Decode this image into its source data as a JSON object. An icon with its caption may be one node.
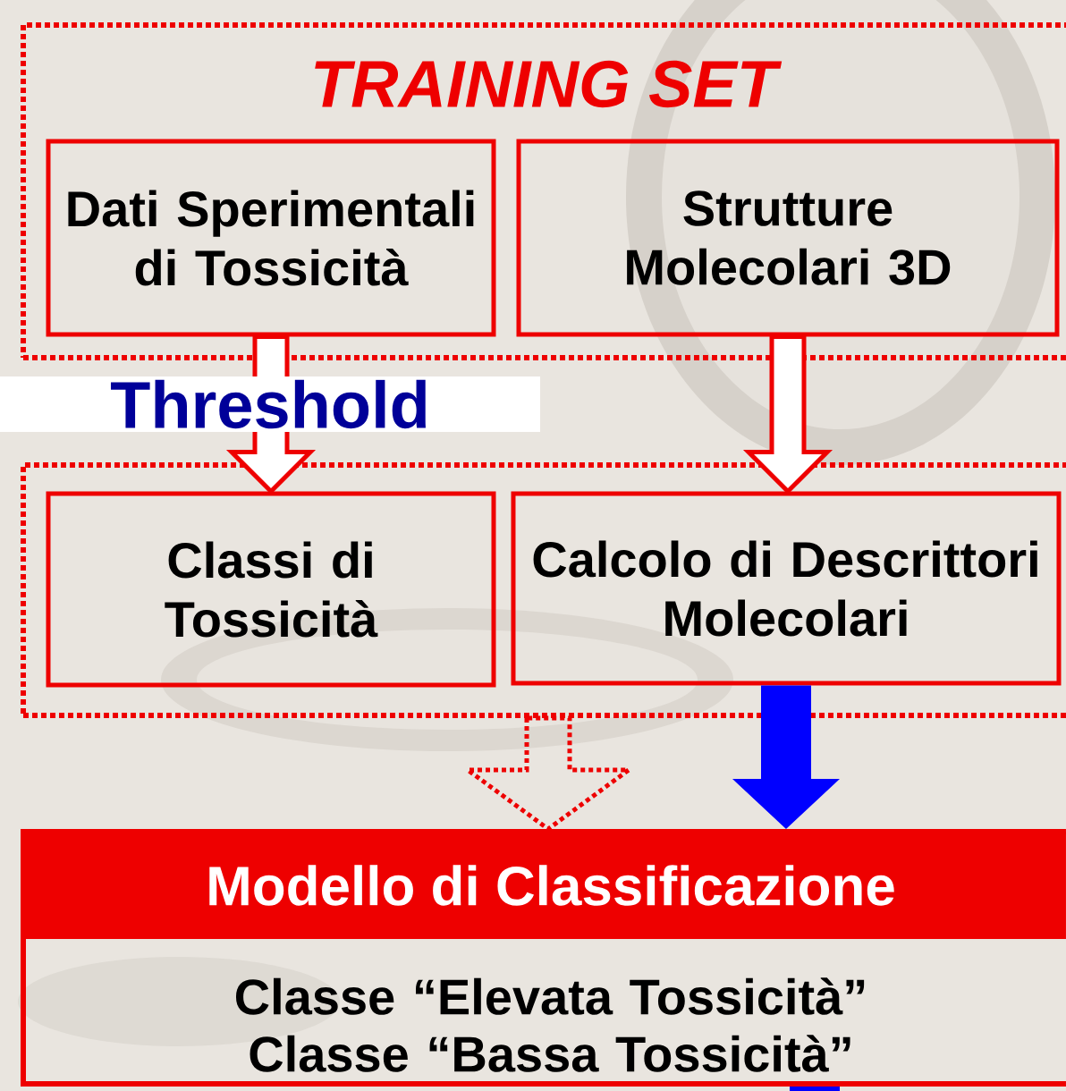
{
  "diagram": {
    "nodes": [
      {
        "text": [
          "TRAINING SET"
        ]
      },
      {
        "text": [
          "Dati Sperimentali di Tossicità"
        ],
        "in": 0
      },
      {
        "text": [
          "Strutture Molecolari 3D"
        ],
        "in": 0
      },
      {
        "text": [],
        "shape": "box"
      },
      {
        "text": [
          "Classi di Tossicità"
        ],
        "in": 3
      },
      {
        "text": [
          "Calcolo di Descrittori Molecolari"
        ],
        "in": 3
      },
      {
        "text": [
          "Modello di Classificazione",
          "Classe “Elevata Tossicità” Classe “Bassa Tossicità”"
        ]
      }
    ],
    "edges": [
      {
        "from": 1,
        "to": 4,
        "arrow": "to",
        "label": "Threshold"
      },
      {
        "from": 2,
        "to": 5,
        "arrow": "to"
      },
      {
        "from": 3,
        "to": 6,
        "arrow": "to",
        "style": "dashed"
      },
      {
        "from": 5,
        "to": 6,
        "arrow": "to",
        "style": "thick",
        "color": "#0000ff"
      },
      {
        "from": 6,
        "to": null,
        "arrow": "none",
        "style": "thick",
        "color": "#0000ff"
      }
    ]
  }
}
